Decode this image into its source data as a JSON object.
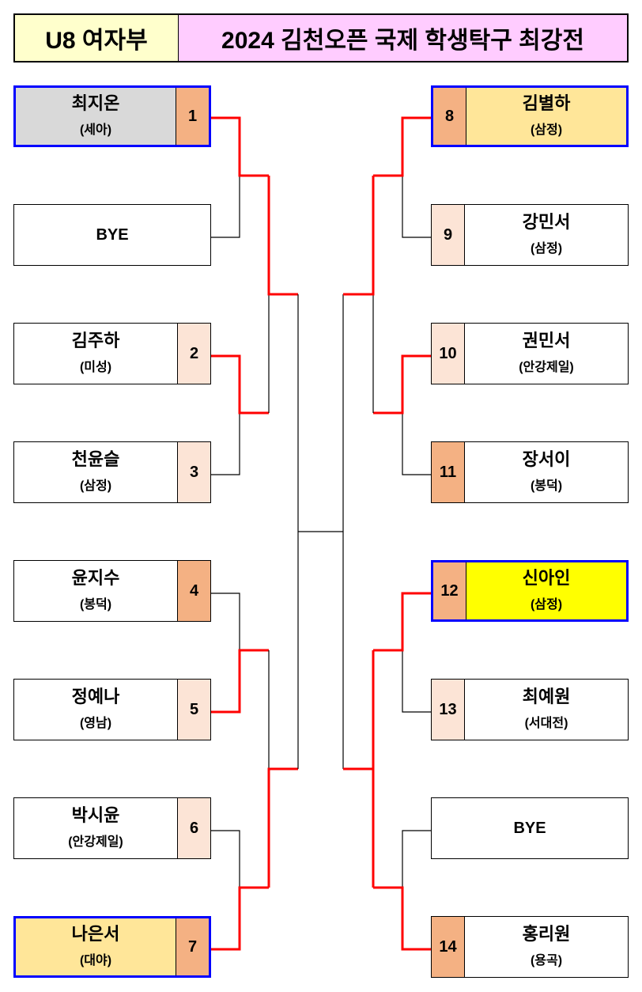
{
  "header": {
    "division": "U8 여자부",
    "title": "2024 김천오픈 국제 학생탁구 최강전"
  },
  "colors": {
    "seed_dark": "#F4B183",
    "seed_light": "#FCE4D6",
    "gray": "#D9D9D9",
    "gold": "#FFE699",
    "yellow": "#FFFF00",
    "winner_line": "#FF0000",
    "highlight_border": "#0000FF"
  },
  "left": [
    {
      "name": "최지온",
      "club": "(세아)",
      "seed": "1",
      "seed_shade": "dark",
      "bg": "#D9D9D9",
      "highlight": true
    },
    {
      "name": "BYE",
      "bye": true
    },
    {
      "name": "김주하",
      "club": "(미성)",
      "seed": "2",
      "seed_shade": "light"
    },
    {
      "name": "천윤슬",
      "club": "(삼정)",
      "seed": "3",
      "seed_shade": "light"
    },
    {
      "name": "윤지수",
      "club": "(봉덕)",
      "seed": "4",
      "seed_shade": "dark"
    },
    {
      "name": "정예나",
      "club": "(영남)",
      "seed": "5",
      "seed_shade": "light"
    },
    {
      "name": "박시윤",
      "club": "(안강제일)",
      "seed": "6",
      "seed_shade": "light"
    },
    {
      "name": "나은서",
      "club": "(대야)",
      "seed": "7",
      "seed_shade": "dark",
      "bg": "#FFE699",
      "highlight": true
    }
  ],
  "right": [
    {
      "name": "김별하",
      "club": "(삼정)",
      "seed": "8",
      "seed_shade": "dark",
      "bg": "#FFE699",
      "highlight": true
    },
    {
      "name": "강민서",
      "club": "(삼정)",
      "seed": "9",
      "seed_shade": "light"
    },
    {
      "name": "권민서",
      "club": "(안강제일)",
      "seed": "10",
      "seed_shade": "light"
    },
    {
      "name": "장서이",
      "club": "(봉덕)",
      "seed": "11",
      "seed_shade": "dark"
    },
    {
      "name": "신아인",
      "club": "(삼정)",
      "seed": "12",
      "seed_shade": "dark",
      "bg": "#FFFF00",
      "highlight": true
    },
    {
      "name": "최예원",
      "club": "(서대전)",
      "seed": "13",
      "seed_shade": "light"
    },
    {
      "name": "BYE",
      "bye": true
    },
    {
      "name": "홍리원",
      "club": "(용곡)",
      "seed": "14",
      "seed_shade": "dark"
    }
  ]
}
